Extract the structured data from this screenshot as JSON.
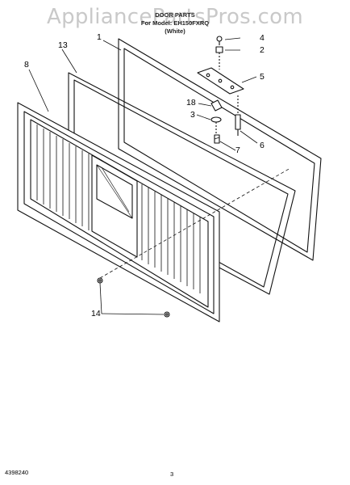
{
  "watermark": "AppliancePartsPros.com",
  "title_lines": [
    "DOOR PARTS",
    "For Model: EH150FXRQ",
    "(White)"
  ],
  "callouts": [
    "1",
    "2",
    "3",
    "4",
    "5",
    "6",
    "7",
    "8",
    "13",
    "14",
    "18"
  ],
  "footer": {
    "doc_number": "4398240",
    "page_number": "3"
  }
}
